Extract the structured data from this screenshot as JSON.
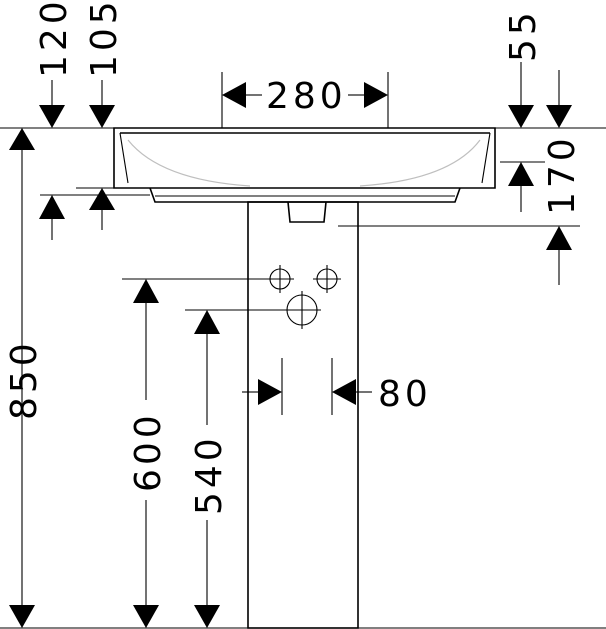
{
  "drawing": {
    "dimensions": {
      "total_height": "850",
      "top_offset_120": "120",
      "top_offset_105": "105",
      "width_280": "280",
      "right_offset_55": "55",
      "right_height_170": "170",
      "height_600": "600",
      "height_540": "540",
      "width_80": "80"
    },
    "colors": {
      "ink": "#000000",
      "hidden_line": "#bfbfbf",
      "background": "#ffffff"
    }
  }
}
